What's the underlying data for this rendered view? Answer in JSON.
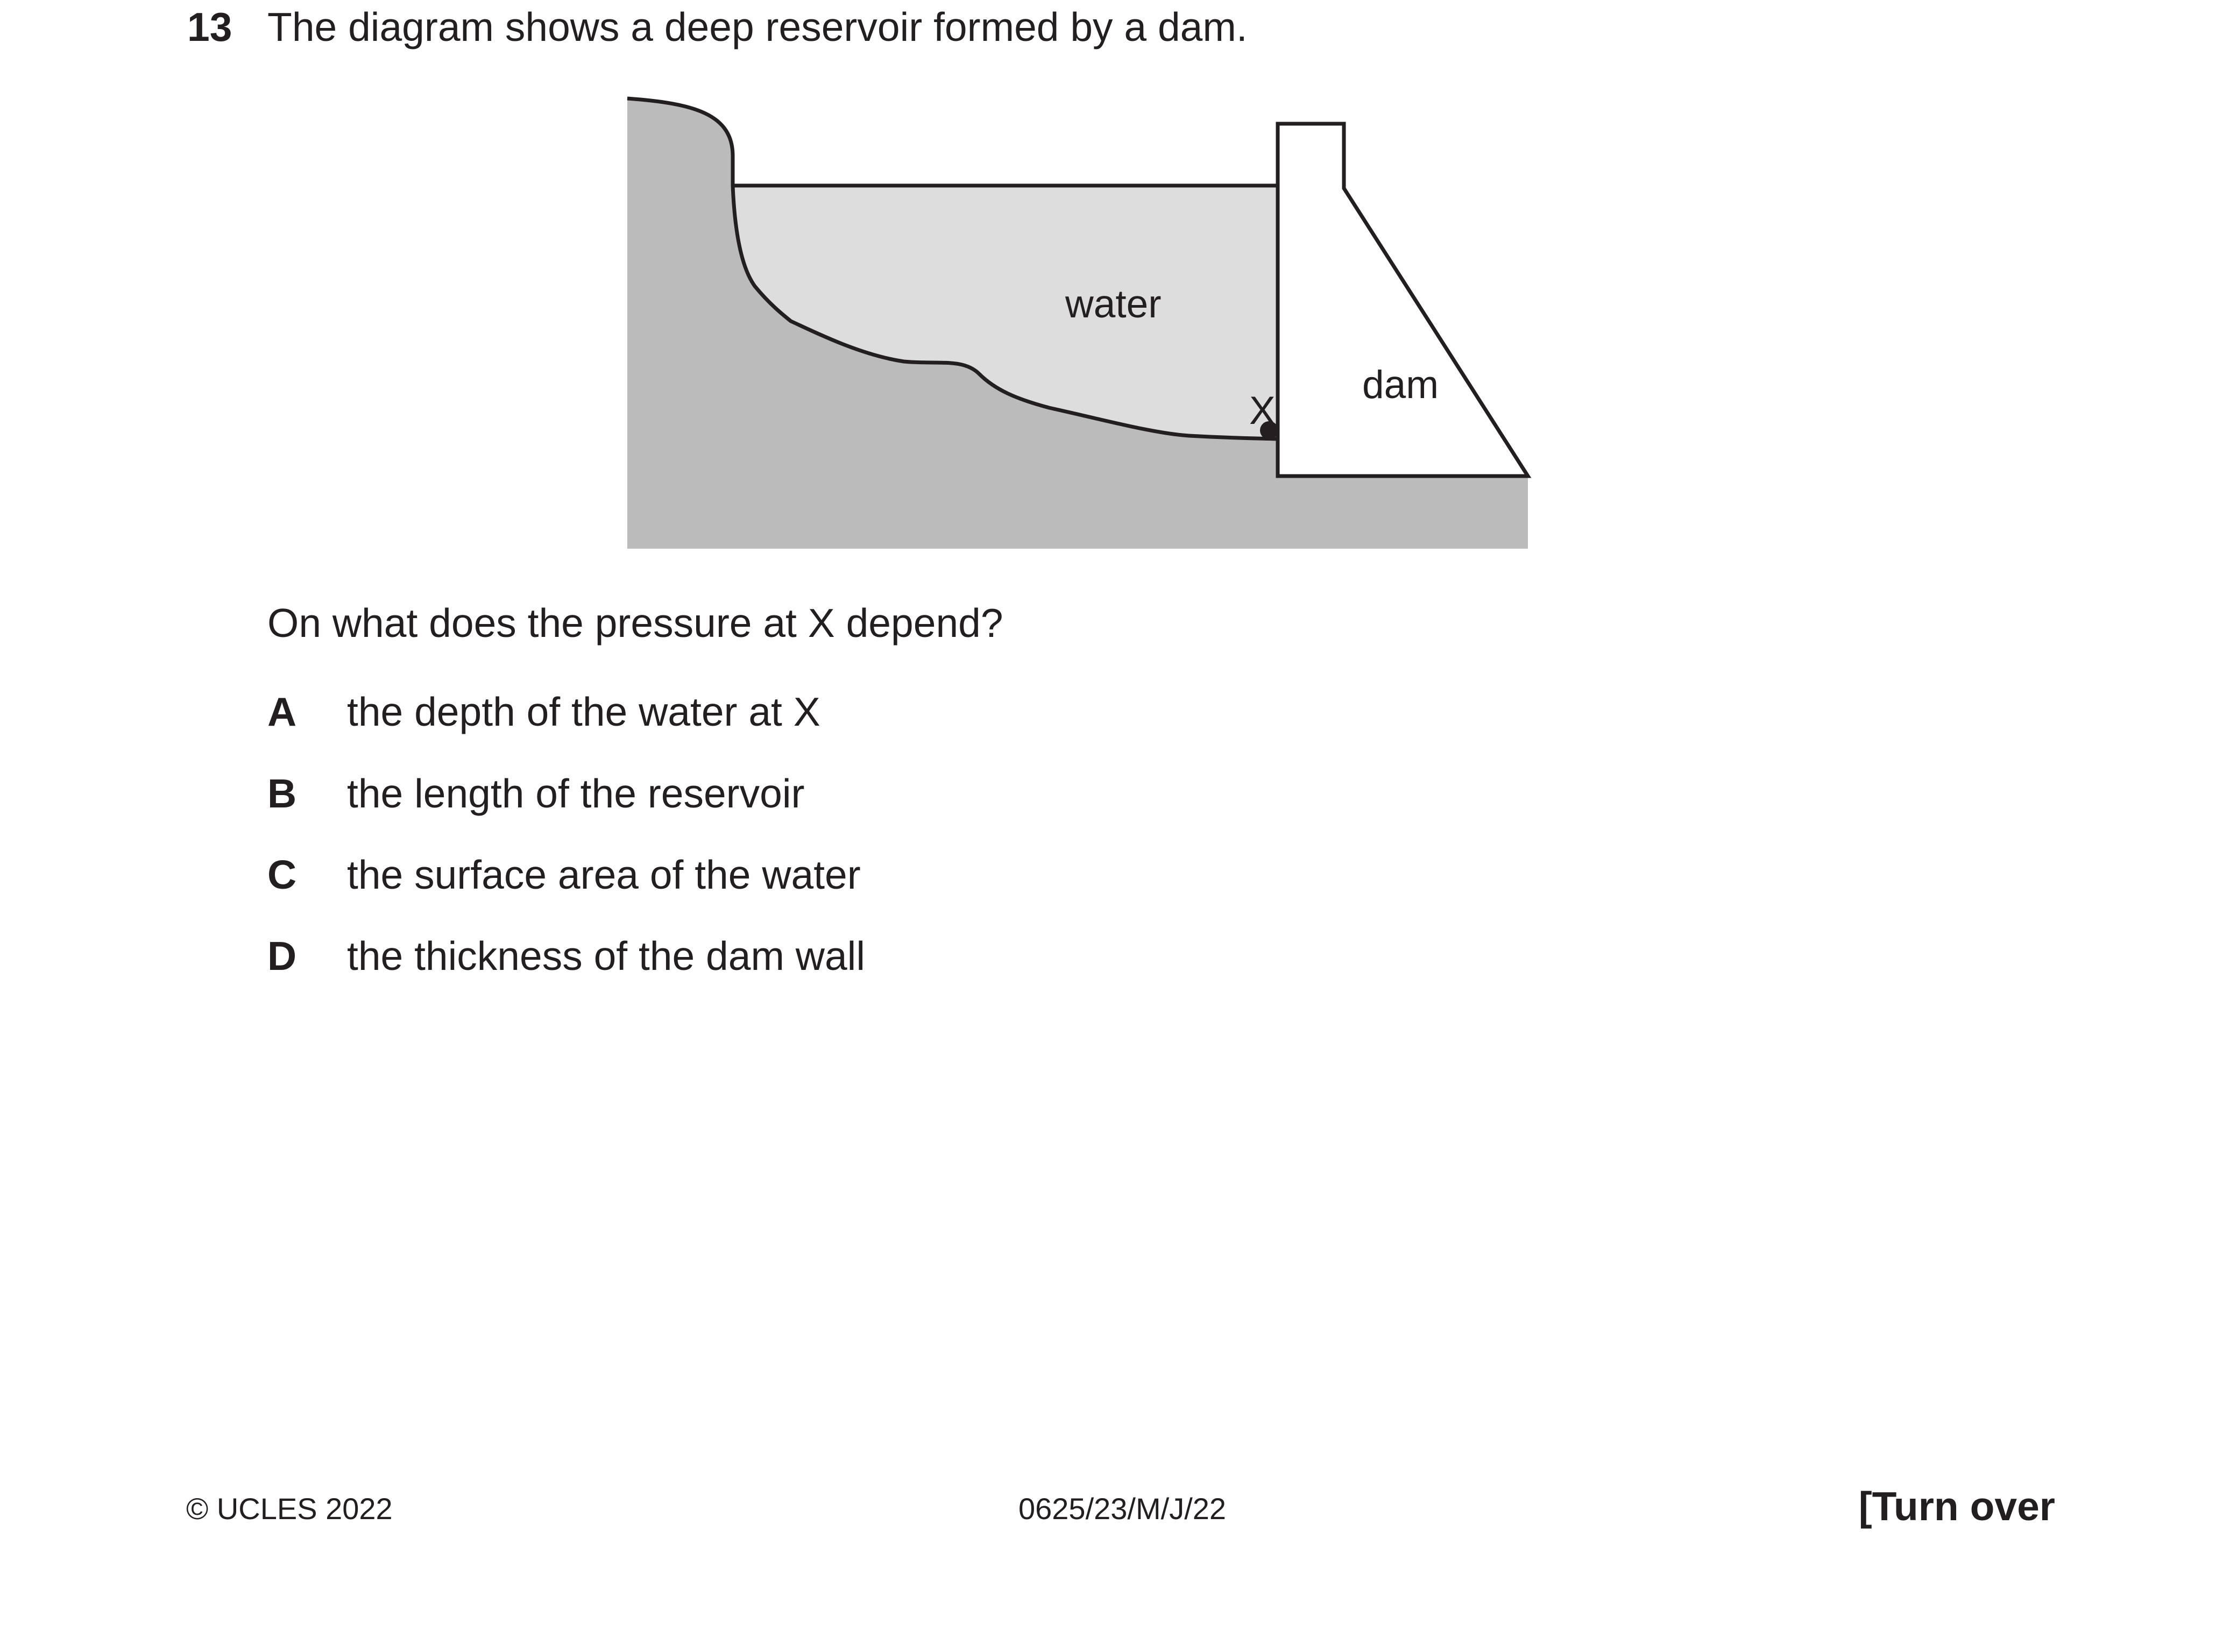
{
  "question": {
    "number": "13",
    "stem": "The diagram shows a deep reservoir formed by a dam.",
    "prompt": "On what does the pressure at X depend?"
  },
  "diagram": {
    "labels": {
      "water": "water",
      "dam": "dam",
      "point": "X"
    },
    "colors": {
      "ground": "#bbbbbb",
      "water": "#dddddd",
      "dam": "#ffffff",
      "outline": "#231f20"
    }
  },
  "options": [
    {
      "letter": "A",
      "text": "the depth of the water at X"
    },
    {
      "letter": "B",
      "text": "the length of the reservoir"
    },
    {
      "letter": "C",
      "text": "the surface area of the water"
    },
    {
      "letter": "D",
      "text": "the thickness of the dam wall"
    }
  ],
  "footer": {
    "copyright": "© UCLES 2022",
    "paper_code": "0625/23/M/J/22",
    "turn_over": "[Turn over"
  }
}
